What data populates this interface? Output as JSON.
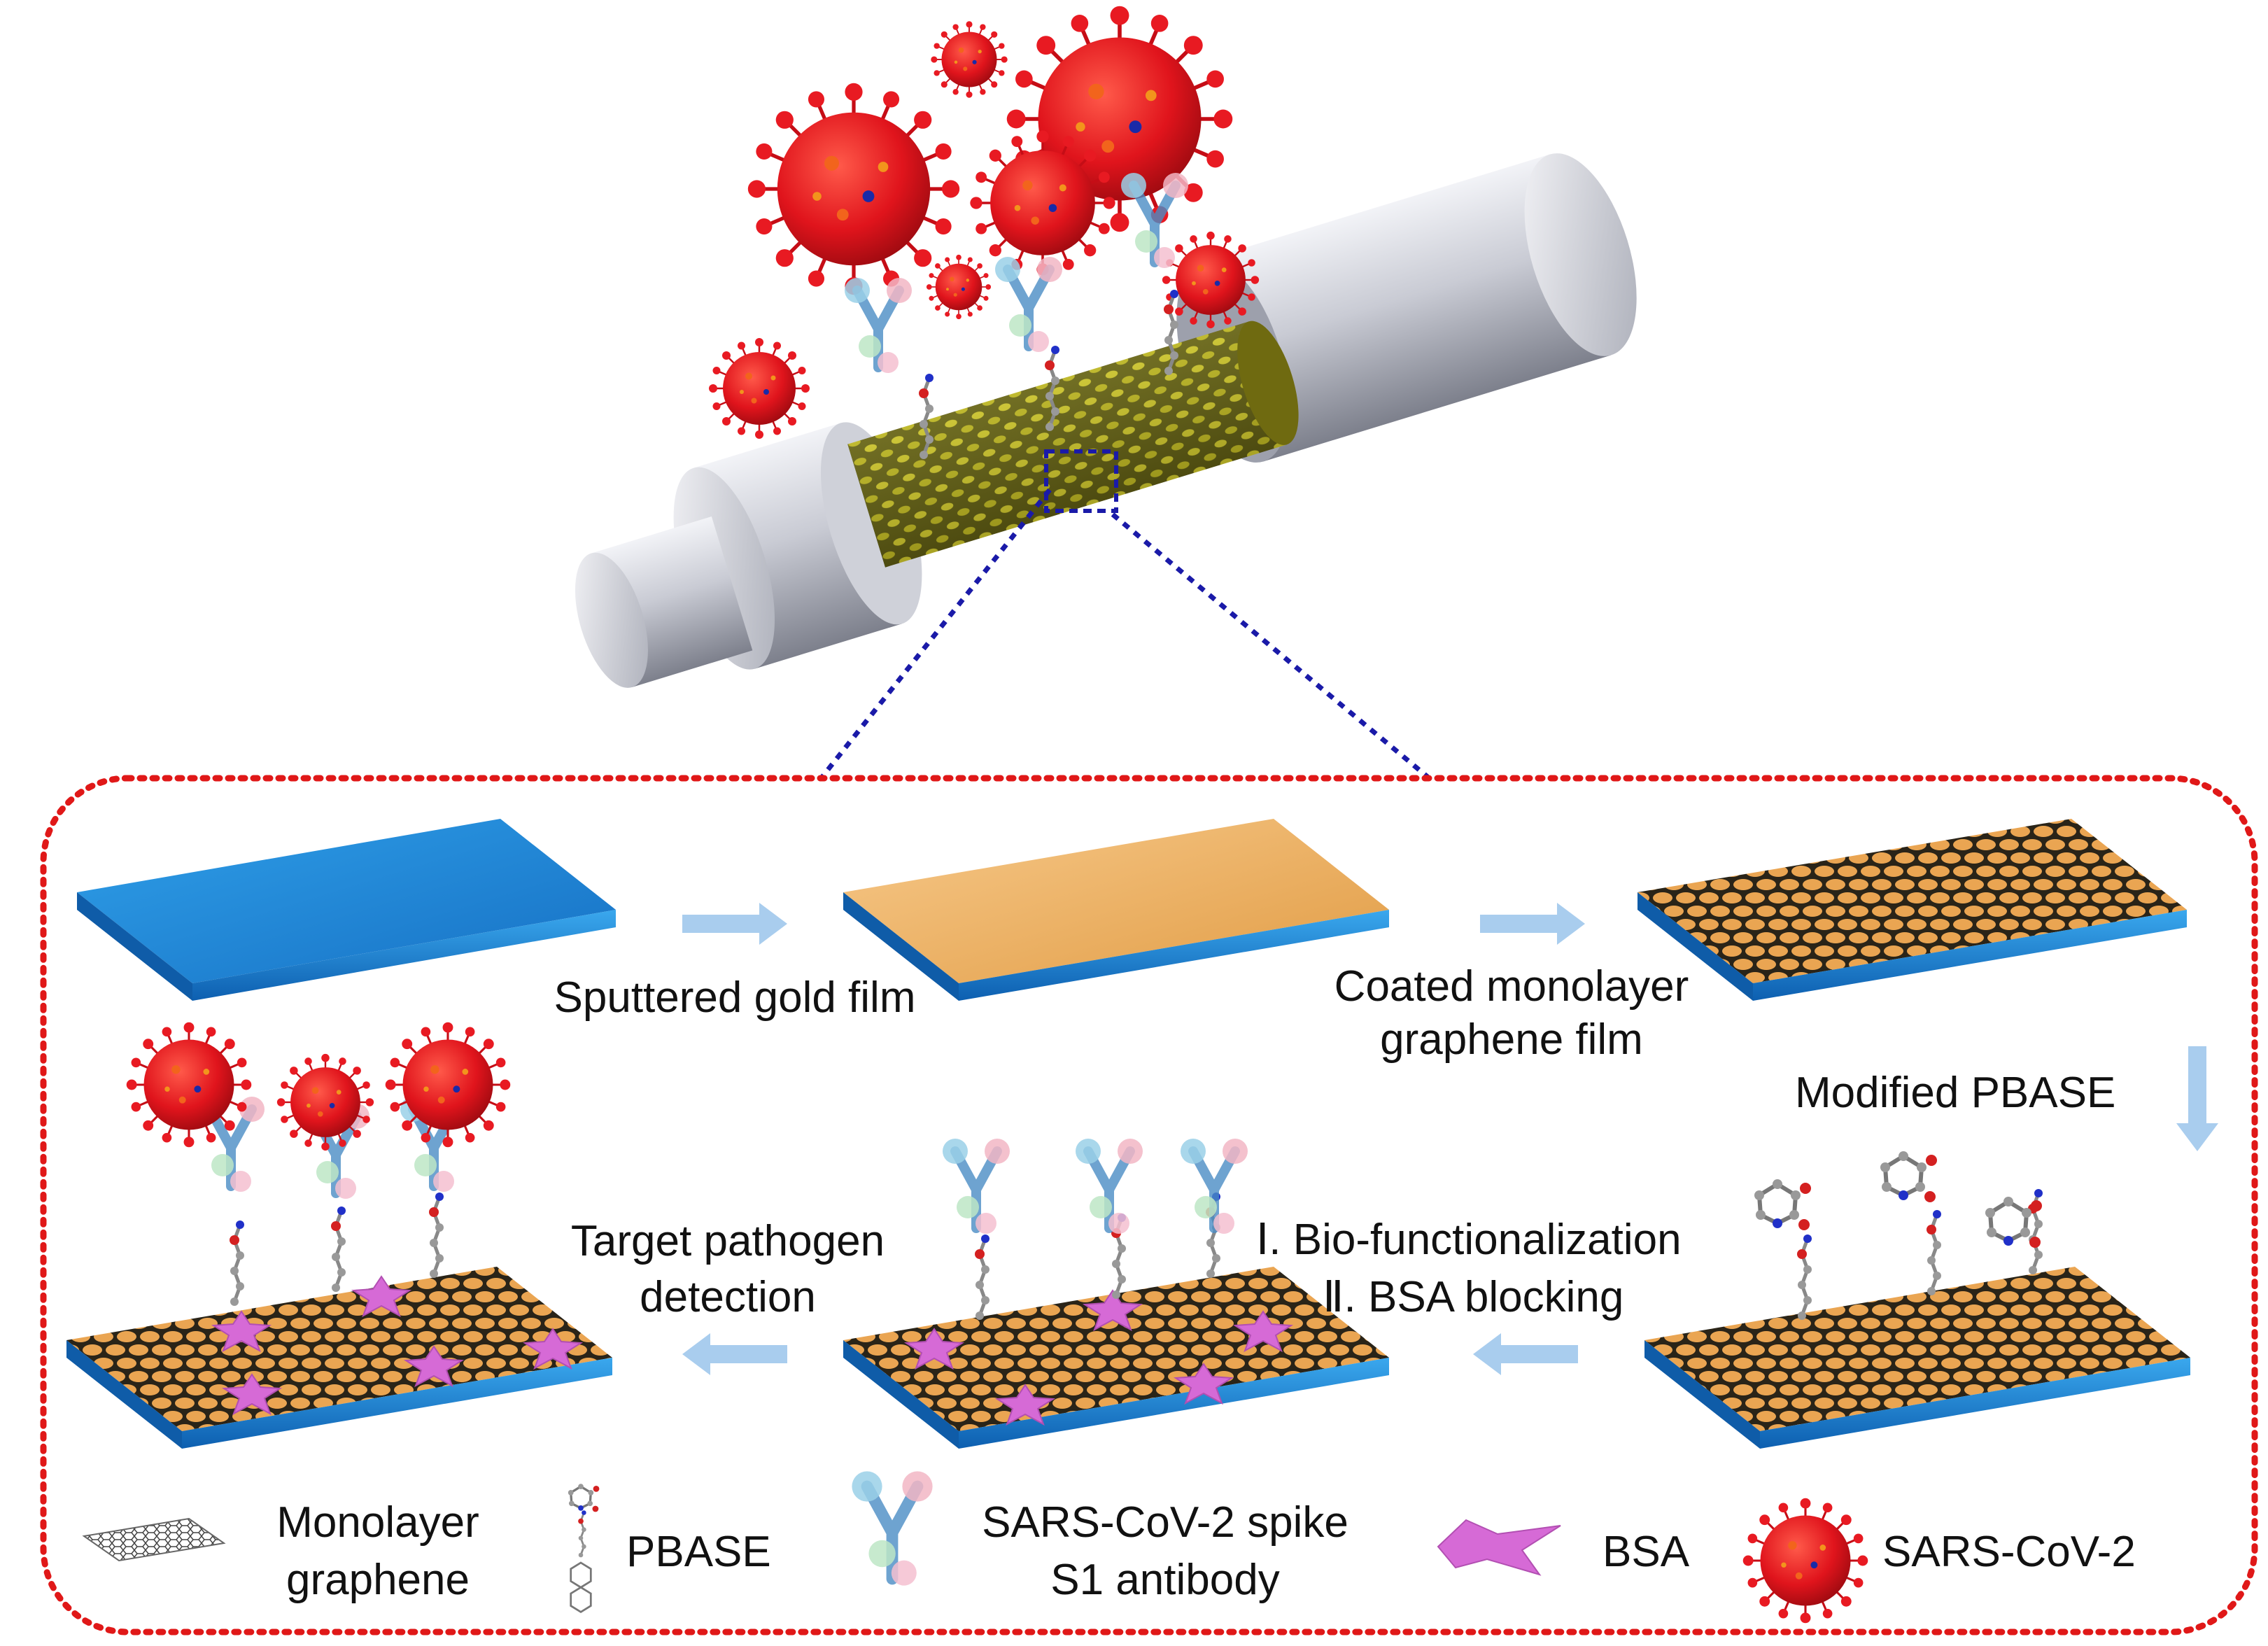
{
  "steps": {
    "sputtered": "Sputtered gold film",
    "coated_line1": "Coated monolayer",
    "coated_line2": "graphene film",
    "modified": "Modified PBASE",
    "bio_line1": "Ⅰ. Bio-functionalization",
    "bio_line2": "Ⅱ. BSA blocking",
    "target_line1": "Target pathogen",
    "target_line2": "detection"
  },
  "legend": {
    "graphene_line1": "Monolayer",
    "graphene_line2": "graphene",
    "pbase": "PBASE",
    "antibody_line1": "SARS-CoV-2 spike",
    "antibody_line2": "S1 antibody",
    "bsa": "BSA",
    "virus": "SARS-CoV-2"
  },
  "colors": {
    "virus_red": "#e0141c",
    "gold": "#e9a955",
    "substrate_blue": "#1e88d6",
    "bsa_pink": "#d66ad6",
    "dashed_border": "#e01818",
    "zoom_lines": "#1a1aa8",
    "arrow": "#a9cdee"
  }
}
